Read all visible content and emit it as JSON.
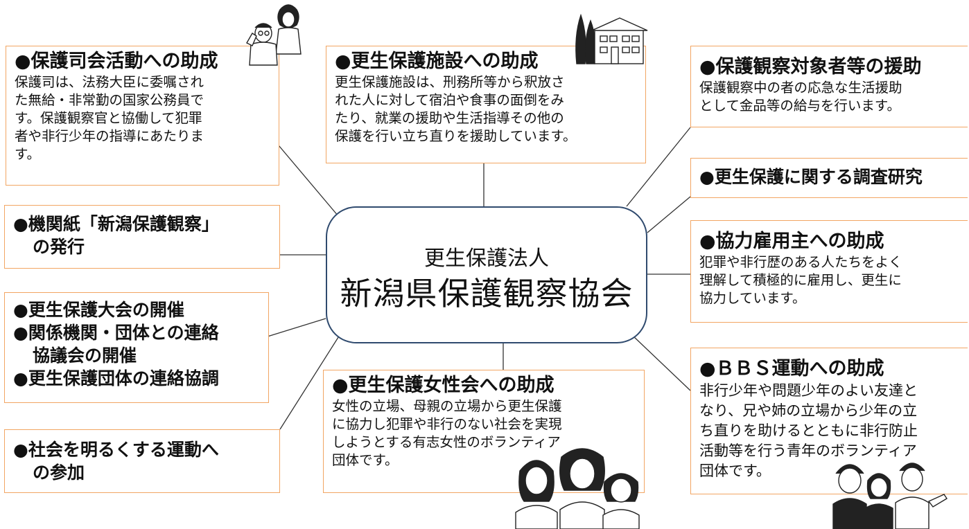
{
  "center": {
    "subtitle": "更生保護法人",
    "title": "新潟県保護観察協会"
  },
  "boxes": {
    "hogoshi": {
      "title": "●保護司会活動への助成",
      "lines": [
        "保護司は、法務大臣に委嘱され",
        "た無給・非常勤の国家公務員で",
        "す。保護観察官と協働して犯罪",
        "者や非行少年の指導にあたりま",
        "す。"
      ]
    },
    "shisetsu": {
      "title": "●更生保護施設への助成",
      "lines": [
        "更生保護施設は、刑務所等から釈放さ",
        "れた人に対して宿泊や食事の面倒をみ",
        "たり、就業の援助や生活指導その他の",
        "保護を行い立ち直りを援助しています。"
      ]
    },
    "taishosha": {
      "title": "●保護観察対象者等の援助",
      "lines": [
        "保護観察中の者の応急な生活援助",
        "として金品等の給与を行います。"
      ]
    },
    "chosa": {
      "title": "●更生保護に関する調査研究"
    },
    "kikanshi": {
      "lines": [
        "●機関紙「新潟保護観察」",
        "の発行"
      ]
    },
    "koyonushi": {
      "title": "●協力雇用主への助成",
      "lines": [
        "犯罪や非行歴のある人たちをよく",
        "理解して積極的に雇用し、更生に",
        "協力しています。"
      ]
    },
    "taikai": {
      "lines": [
        "●更生保護大会の開催",
        "●関係機関・団体との連絡",
        "協議会の開催",
        "●更生保護団体の連絡協調"
      ]
    },
    "bbs": {
      "title": "●ＢＢＳ運動への助成",
      "lines": [
        "非行少年や問題少年のよい友達と",
        "なり、兄や姉の立場から少年の立",
        "ち直りを助けるとともに非行防止",
        "活動等を行う青年のボランティア",
        "団体です。"
      ]
    },
    "josei": {
      "title": "●更生保護女性会への助成",
      "lines": [
        "女性の立場、母親の立場から更生保護",
        "に協力し犯罪や非行のない社会を実現",
        "しようとする有志女性のボランティア",
        "団体です。"
      ]
    },
    "shakai": {
      "lines": [
        "●社会を明るくする運動へ",
        "の参加"
      ]
    }
  },
  "colors": {
    "box_border": "#f2a562",
    "center_border": "#2f4a6e",
    "connector": "#333333"
  }
}
